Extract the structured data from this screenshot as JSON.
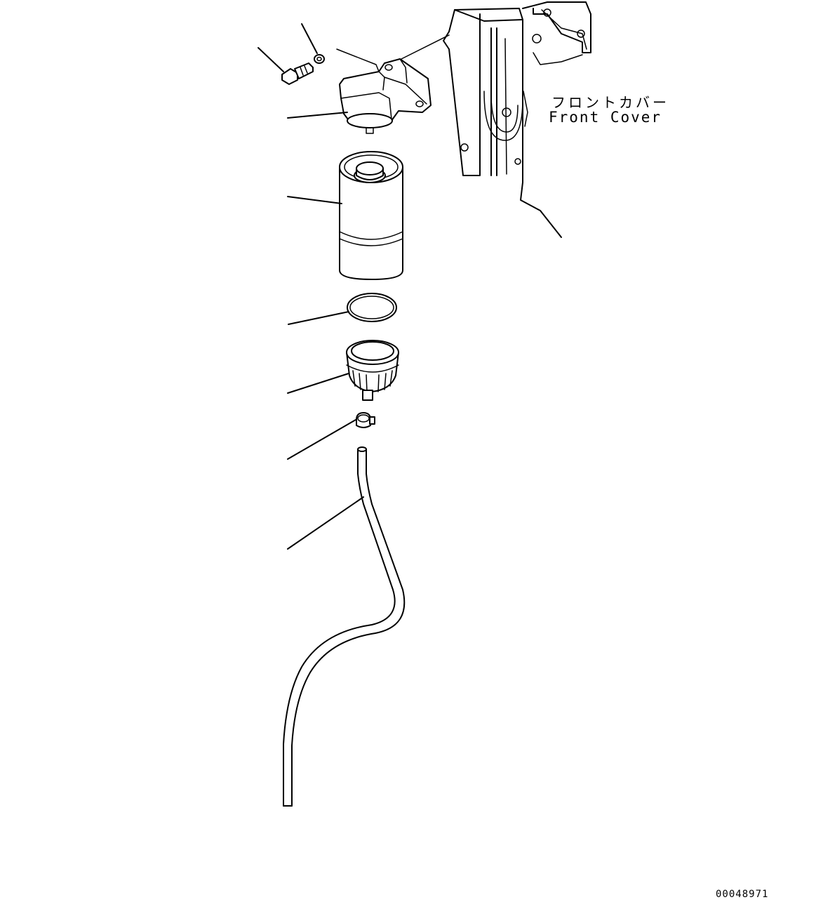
{
  "labels": {
    "front_cover_jp": "フロントカバー",
    "front_cover_en": "Front Cover"
  },
  "figure_id": "00048971",
  "parts": [
    {
      "name": "bolt"
    },
    {
      "name": "washer"
    },
    {
      "name": "filter-head-bracket"
    },
    {
      "name": "filter-cartridge"
    },
    {
      "name": "o-ring"
    },
    {
      "name": "water-separator-bowl"
    },
    {
      "name": "hose-clamp"
    },
    {
      "name": "drain-hose"
    }
  ],
  "colors": {
    "line": "#000000",
    "background": "#ffffff"
  }
}
